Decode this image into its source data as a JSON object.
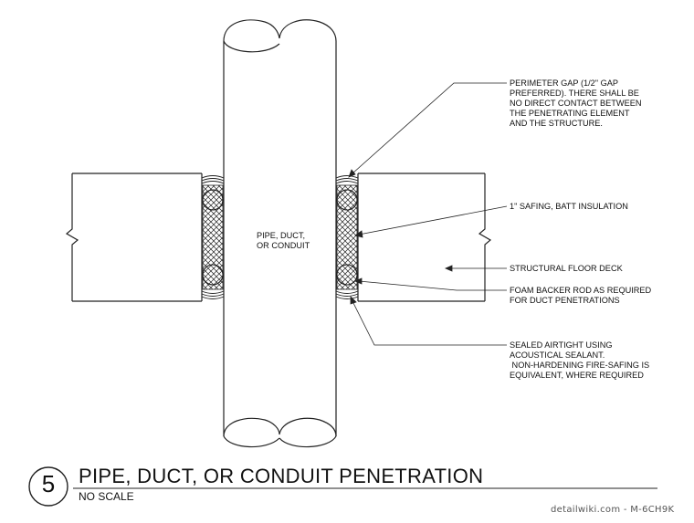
{
  "detail": {
    "number": "5",
    "title": "PIPE, DUCT, OR CONDUIT PENETRATION",
    "scale": "NO SCALE"
  },
  "labels": {
    "pipe": "PIPE, DUCT,\nOR CONDUIT",
    "perimeter_gap": "PERIMETER GAP (1/2\" GAP\nPREFERRED). THERE SHALL BE\nNO DIRECT CONTACT BETWEEN\nTHE PENETRATING ELEMENT\nAND THE STRUCTURE.",
    "safing": "1\" SAFING, BATT INSULATION",
    "floor_deck": "STRUCTURAL FLOOR DECK",
    "backer_rod": "FOAM BACKER ROD AS REQUIRED\nFOR DUCT PENETRATIONS",
    "sealant": "SEALED AIRTIGHT USING\nACOUSTICAL SEALANT.\n NON-HARDENING FIRE-SAFING IS\nEQUIVALENT, WHERE REQUIRED"
  },
  "watermark": "detailwiki.com - M-6CH9K"
}
